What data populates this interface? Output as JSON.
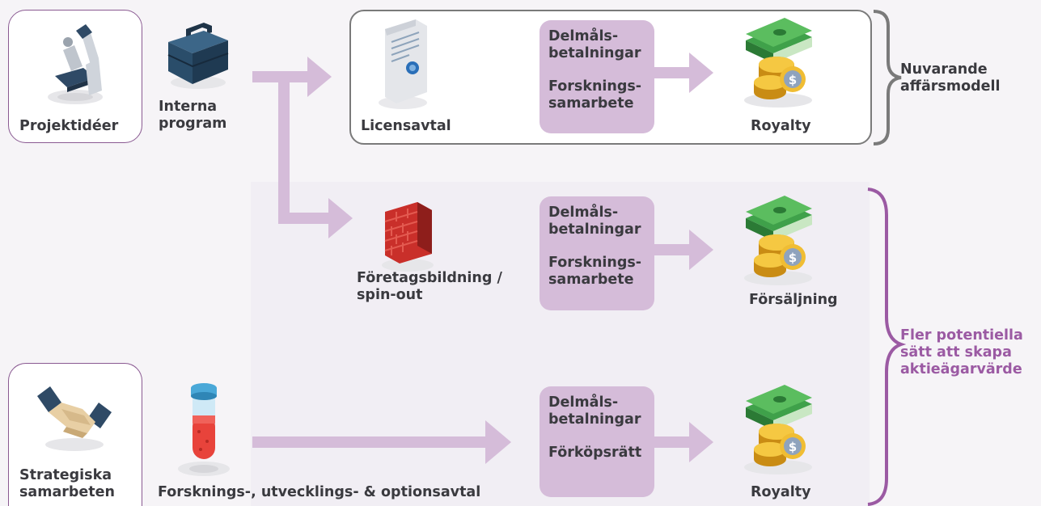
{
  "sources": {
    "projektideer": "Projektidéer",
    "interna_program": [
      "Interna",
      "program"
    ],
    "strategiska": [
      "Strategiska",
      "samarbeten"
    ],
    "forskningsavtal": "Forsknings-, utvecklings- & optionsavtal"
  },
  "row1": {
    "licens": "Licensavtal",
    "pill": {
      "line1": "Delmåls-",
      "line2": "betalningar",
      "line3": "Forsknings-",
      "line4": "samarbete"
    },
    "result": "Royalty"
  },
  "row2": {
    "bildning": [
      "Företagsbildning /",
      "spin-out"
    ],
    "pill": {
      "line1": "Delmåls-",
      "line2": "betalningar",
      "line3": "Forsknings-",
      "line4": "samarbete"
    },
    "result": "Försäljning"
  },
  "row3": {
    "pill": {
      "line1": "Delmåls-",
      "line2": "betalningar",
      "line3": "Förköpsrätt"
    },
    "result": "Royalty"
  },
  "brackets": {
    "current": [
      "Nuvarande",
      "affärsmodell"
    ],
    "potential": [
      "Fler potentiella",
      "sätt att skapa",
      "aktieägarvärde"
    ]
  },
  "colors": {
    "accent": "#9b5aa3",
    "arrow": "#d5bcd9",
    "grey_bracket": "#7a7a7a",
    "dark_text": "#3a3a3f"
  }
}
